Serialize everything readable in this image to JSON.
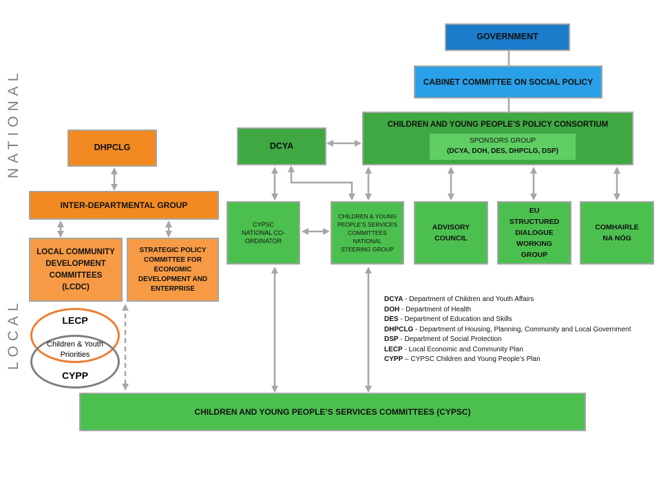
{
  "labels": {
    "national": "NATIONAL",
    "local": "LOCAL"
  },
  "boxes": {
    "government": "GOVERNMENT",
    "cabinet": "CABINET COMMITTEE ON SOCIAL POLICY",
    "consortium": "CHILDREN AND YOUNG PEOPLE’S POLICY CONSORTIUM",
    "sponsors_title": "SPONSORS GROUP",
    "sponsors_members": "(DCYA, DOH, DES, DHPCLG, DSP)",
    "dcya": "DCYA",
    "dhpclg": "DHPCLG",
    "inter_dept": "INTER-DEPARTMENTAL GROUP",
    "lcdc": "LOCAL COMMUNITY DEVELOPMENT COMMITTEES (LCDC)",
    "spc": "STRATEGIC POLICY COMMITTEE FOR ECONOMIC DEVELOPMENT AND ENTERPRISE",
    "cypsc_coord": "CYPSC NATIONAL CO-ORDINATOR",
    "steering": "CHILDREN & YOUNG PEOPLE’S SERVICES COMMITTEES NATIONAL STEERING GROUP",
    "advisory": "ADVISORY COUNCIL",
    "eu": "EU STRUCTURED DIALOGUE WORKING GROUP",
    "comhairle": "COMHAIRLE NA NÓG",
    "cypsc": "CHILDREN AND YOUNG PEOPLE’S SERVICES COMMITTEES (CYPSC)"
  },
  "venn": {
    "top": "LECP",
    "middle": "Children & Youth Priorities",
    "bottom": "CYPP"
  },
  "legend": [
    {
      "abbr": "DCYA",
      "text": " - Department of Children and Youth Affairs"
    },
    {
      "abbr": "DOH",
      "text": " - Department of Health"
    },
    {
      "abbr": "DES",
      "text": " - Department of Education and Skills"
    },
    {
      "abbr": "DHPCLG",
      "text": " - Department of Housing, Planning, Community and Local Government"
    },
    {
      "abbr": "DSP",
      "text": " - Department of Social Protection"
    },
    {
      "abbr": "LECP",
      "text": " - Local Economic and Community Plan"
    },
    {
      "abbr": "CYPP",
      "text": " – CYPSC Children and Young People’s Plan"
    }
  ],
  "colors": {
    "government": "#1a7ccb",
    "cabinet": "#2aa0e8",
    "consortium": "#3fa843",
    "green_box": "#4cc04f",
    "orange": "#f38a21",
    "orange_light": "#f69a45",
    "connector": "#a6a6a6",
    "lecp_ring": "#ed7d31",
    "cypp_ring": "#7f7f7f"
  }
}
